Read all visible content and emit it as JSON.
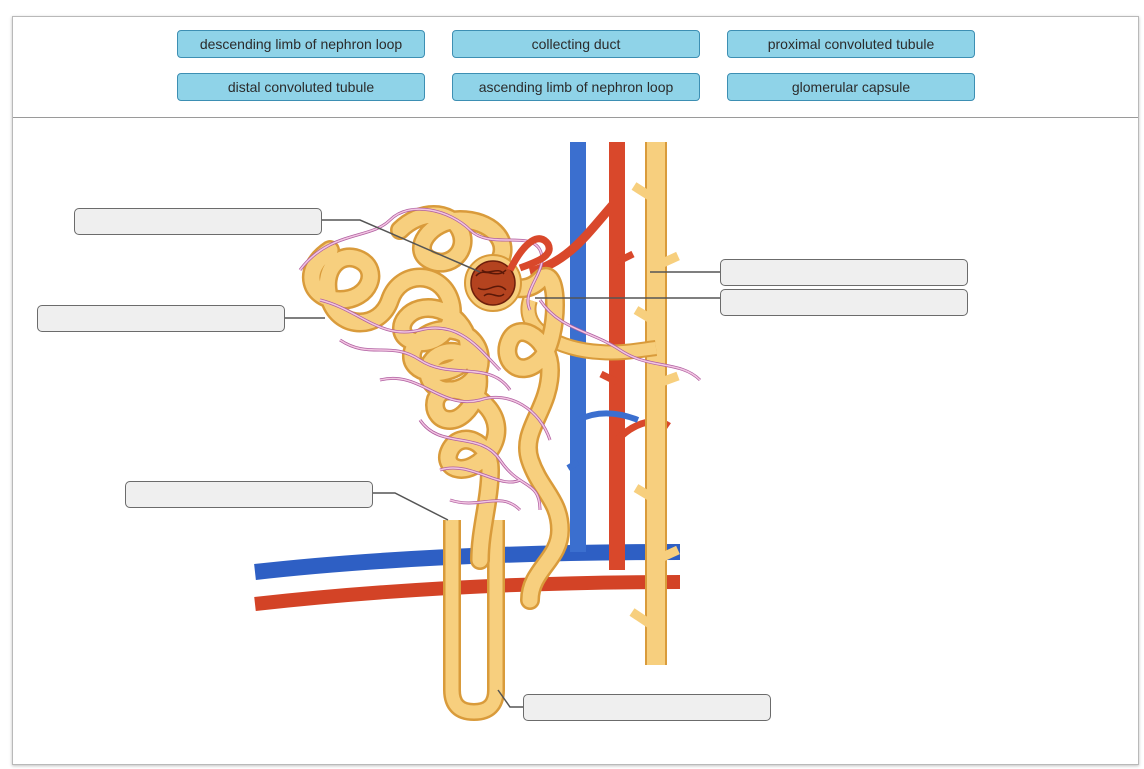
{
  "label_bank": {
    "items": [
      {
        "label": "descending limb of nephron loop"
      },
      {
        "label": "collecting duct"
      },
      {
        "label": "proximal convoluted tubule"
      },
      {
        "label": "distal convoluted tubule"
      },
      {
        "label": "ascending limb of nephron loop"
      },
      {
        "label": "glomerular capsule"
      }
    ]
  },
  "drop_targets": [
    {
      "value": ""
    },
    {
      "value": ""
    },
    {
      "value": ""
    },
    {
      "value": ""
    },
    {
      "value": ""
    },
    {
      "value": ""
    }
  ],
  "colors": {
    "chip_fill": "#8fd3e8",
    "chip_border": "#3d8fb3",
    "tubule": "#f7cf7e",
    "tubule_edge": "#d99b3b",
    "capillary": "#e9a5cf",
    "artery": "#d9482b",
    "vein": "#3b6fcf",
    "glomerulus": "#b4431f"
  }
}
